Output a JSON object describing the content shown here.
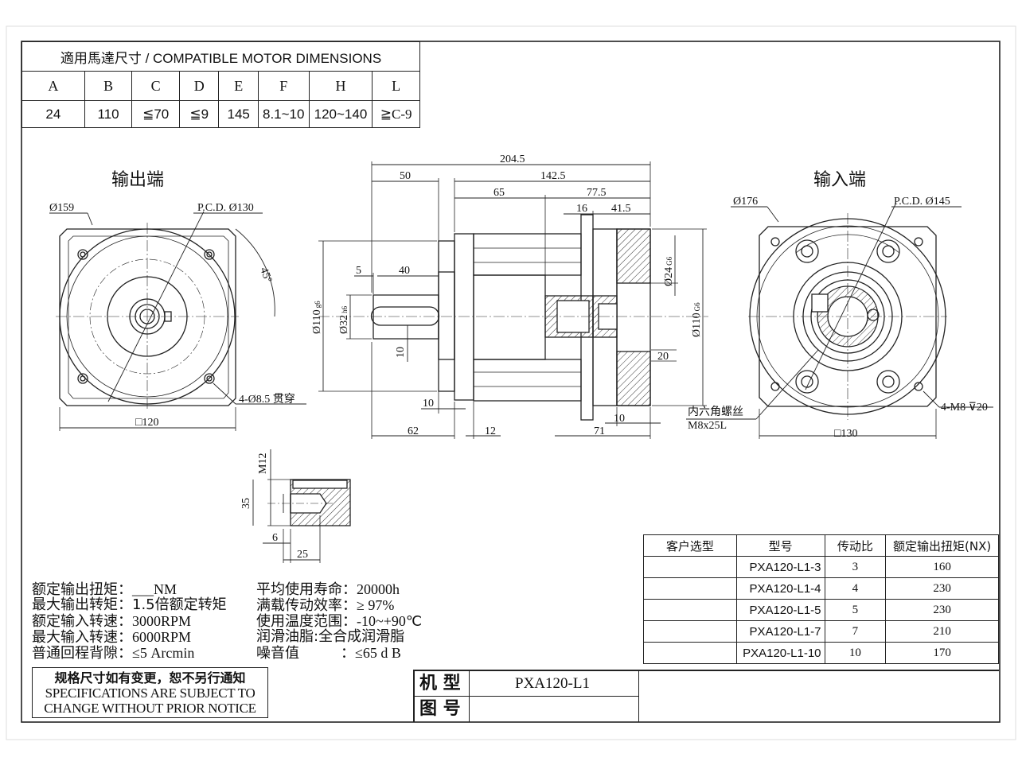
{
  "dims_table": {
    "title": "適用馬達尺寸 / COMPATIBLE MOTOR DIMENSIONS",
    "headers": [
      "A",
      "B",
      "C",
      "D",
      "E",
      "F",
      "H",
      "L"
    ],
    "values": [
      "24",
      "110",
      "≦70",
      "≦9",
      "145",
      "8.1~10",
      "120~140",
      "≧C-9"
    ]
  },
  "views": {
    "output_label": "输出端",
    "input_label": "输入端"
  },
  "dimensions": {
    "out_dia": "Ø159",
    "out_pcd": "P.C.D. Ø130",
    "out_angle": "45°",
    "out_holes": "4-Ø8.5 贯穿",
    "out_square": "□120",
    "len_total": "204.5",
    "len_50": "50",
    "len_1425": "142.5",
    "len_65": "65",
    "len_775": "77.5",
    "len_16": "16",
    "len_415": "41.5",
    "len_5": "5",
    "len_40": "40",
    "dia_110g6": "Ø110",
    "dia_110g6_tol": "g6",
    "dia_32h6": "Ø32",
    "dia_32h6_tol": "h6",
    "len_10_key": "10",
    "len_10_a": "10",
    "len_62": "62",
    "len_12": "12",
    "dia_24G6": "Ø24",
    "dia_24G6_tol": "G6",
    "dia_110G6": "Ø110",
    "dia_110G6_tol": "G6",
    "len_20": "20",
    "len_10_b": "10",
    "len_71": "71",
    "in_dia": "Ø176",
    "in_pcd": "P.C.D. Ø145",
    "in_screw_zh": "内六角螺丝",
    "in_screw": "M8x25L",
    "in_holes": "4-M8",
    "in_holes_depth": "20",
    "in_square": "□130",
    "det_m12": "M12",
    "det_35": "35",
    "det_6": "6",
    "det_25": "25"
  },
  "specs_left": [
    {
      "label": "额定输出扭矩：",
      "value": "___NM"
    },
    {
      "label": "最大输出转矩：",
      "value": "1.5倍额定转矩"
    },
    {
      "label": "额定输入转速：",
      "value": "3000RPM"
    },
    {
      "label": "最大输入转速：",
      "value": "6000RPM"
    },
    {
      "label": "普通回程背隙：",
      "value": "≤5 Arcmin"
    }
  ],
  "specs_right": [
    {
      "label": "平均使用寿命：",
      "value": "20000h"
    },
    {
      "label": "满载传动效率：",
      "value": "≥  97%"
    },
    {
      "label": "使用温度范围：",
      "value": "-10~+90℃"
    },
    {
      "label": "润滑油脂:",
      "value": "全合成润滑脂"
    },
    {
      "label": "噪音值",
      "value": "：≤65 d B"
    }
  ],
  "model_table": {
    "headers": [
      "客户选型",
      "型号",
      "传动比",
      "额定输出扭矩(NX)"
    ],
    "rows": [
      {
        "customer": "",
        "model": "PXA120-L1-3",
        "ratio": "3",
        "torque": "160"
      },
      {
        "customer": "",
        "model": "PXA120-L1-4",
        "ratio": "4",
        "torque": "230"
      },
      {
        "customer": "",
        "model": "PXA120-L1-5",
        "ratio": "5",
        "torque": "230"
      },
      {
        "customer": "",
        "model": "PXA120-L1-7",
        "ratio": "7",
        "torque": "210"
      },
      {
        "customer": "",
        "model": "PXA120-L1-10",
        "ratio": "10",
        "torque": "170"
      }
    ]
  },
  "notice": {
    "zh": "规格尺寸如有变更，恕不另行通知",
    "en_line1": "SPECIFICATIONS ARE SUBJECT TO",
    "en_line2": "CHANGE WITHOUT PRIOR NOTICE"
  },
  "title_block": {
    "model_label": "机 型",
    "model_value": "PXA120-L1",
    "drawing_label": "图 号",
    "drawing_value": ""
  }
}
